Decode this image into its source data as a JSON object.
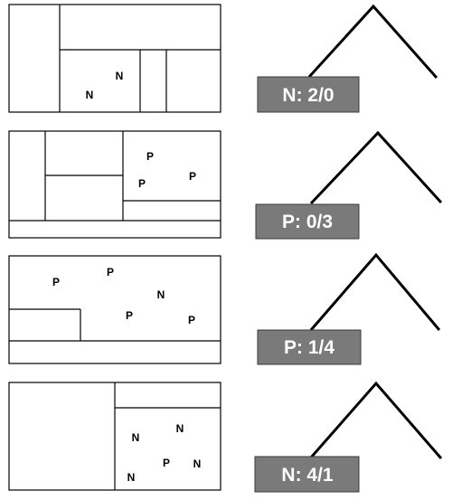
{
  "panels": [
    {
      "points": [
        "N",
        "N"
      ],
      "leaf": {
        "label": "N: 2/0",
        "fill": "#7a7a7a"
      }
    },
    {
      "points": [
        "P",
        "P",
        "P"
      ],
      "leaf": {
        "label": "P: 0/3",
        "fill": "#7a7a7a"
      }
    },
    {
      "points": [
        "P",
        "P",
        "N",
        "P",
        "P"
      ],
      "leaf": {
        "label": "P: 1/4",
        "fill": "#7a7a7a"
      }
    },
    {
      "points": [
        "N",
        "N",
        "P",
        "N",
        "N"
      ],
      "leaf": {
        "label": "N: 4/1",
        "fill": "#7a7a7a"
      }
    }
  ]
}
